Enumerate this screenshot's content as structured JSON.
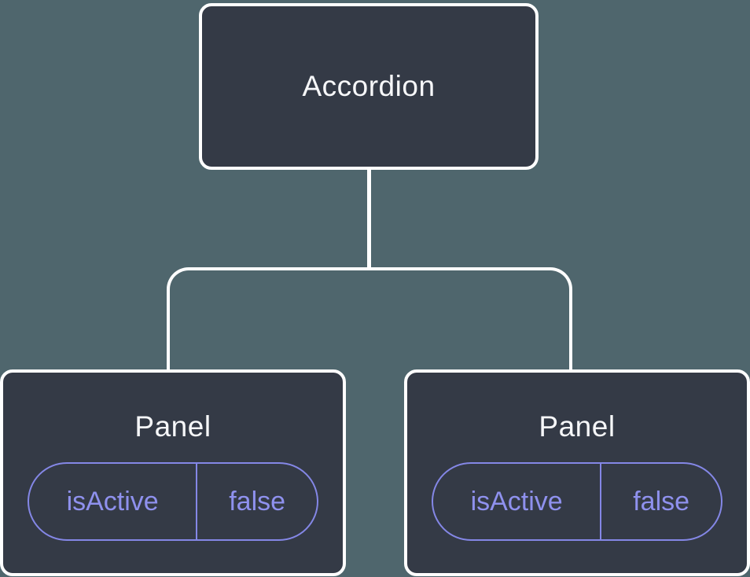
{
  "theme": {
    "background": "#4f666d",
    "node_fill": "#343a46",
    "node_border": "#ffffff",
    "node_text": "#f6f7f9",
    "accent_purple": "#8487e6",
    "accent_purple_text": "#8f91ee"
  },
  "diagram": {
    "type": "component-tree",
    "root": {
      "title": "Accordion"
    },
    "children": [
      {
        "title": "Panel",
        "prop": {
          "name": "isActive",
          "value": "false"
        }
      },
      {
        "title": "Panel",
        "prop": {
          "name": "isActive",
          "value": "false"
        }
      }
    ]
  }
}
